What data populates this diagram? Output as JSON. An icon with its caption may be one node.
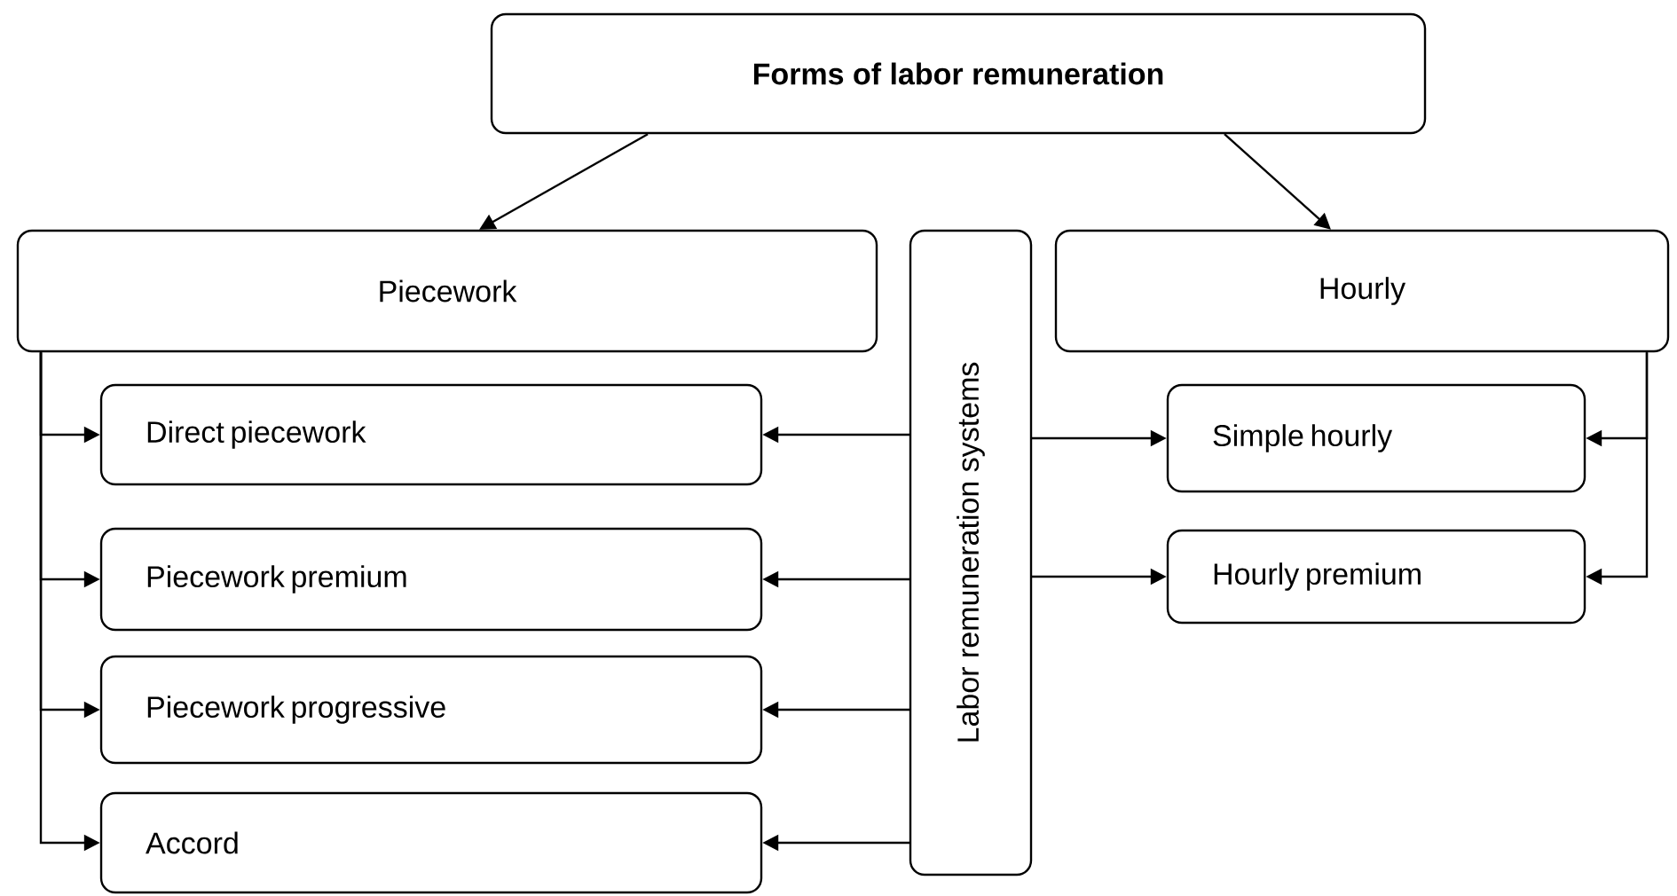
{
  "diagram": {
    "nodes": [
      {
        "text": [
          "Forms of labor remuneration"
        ]
      },
      {
        "text": [
          "Piecework"
        ]
      },
      {
        "text": [
          "Labor remuneration systems"
        ]
      },
      {
        "text": [
          "Hourly"
        ]
      },
      {
        "text": [
          "Direct piecework"
        ]
      },
      {
        "text": [
          "Simple hourly"
        ]
      },
      {
        "text": [
          "Piecework premium"
        ]
      },
      {
        "text": [
          "Hourly premium"
        ]
      },
      {
        "text": [
          "Piecework progressive"
        ]
      },
      {
        "text": [
          "Accord"
        ]
      }
    ],
    "edges": [
      {
        "from": 0,
        "to": 1,
        "arrow": "to"
      },
      {
        "from": 0,
        "to": 3,
        "arrow": "to"
      },
      {
        "from": 1,
        "to": 4,
        "arrow": "to"
      },
      {
        "from": 1,
        "to": 6,
        "arrow": "to"
      },
      {
        "from": 1,
        "to": 8,
        "arrow": "to"
      },
      {
        "from": 1,
        "to": 9,
        "arrow": "to"
      },
      {
        "from": 2,
        "to": 4,
        "arrow": "to"
      },
      {
        "from": 2,
        "to": 6,
        "arrow": "to"
      },
      {
        "from": 2,
        "to": 8,
        "arrow": "to"
      },
      {
        "from": 2,
        "to": 9,
        "arrow": "to"
      },
      {
        "from": 2,
        "to": 5,
        "arrow": "to"
      },
      {
        "from": 2,
        "to": 7,
        "arrow": "to"
      },
      {
        "from": 3,
        "to": 5,
        "arrow": "to"
      },
      {
        "from": 3,
        "to": 7,
        "arrow": "to"
      }
    ]
  }
}
